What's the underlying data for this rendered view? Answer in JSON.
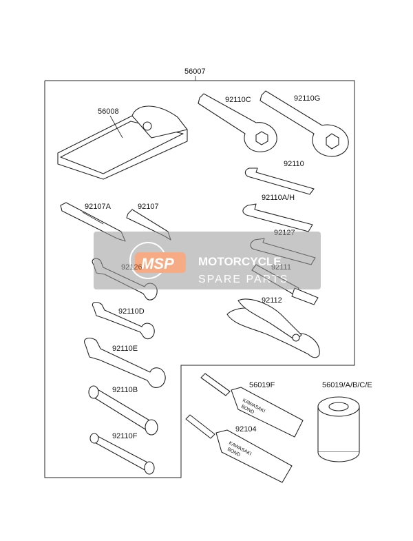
{
  "diagram": {
    "kit_number": "56007",
    "parts": {
      "p56008": "56008",
      "p92110C": "92110C",
      "p92110G": "92110G",
      "p92110": "92110",
      "p92110AH": "92110A/H",
      "p92127": "92127",
      "p92111": "92111",
      "p92112": "92112",
      "p92107A": "92107A",
      "p92107": "92107",
      "p92126": "92126",
      "p92110D": "92110D",
      "p92110E": "92110E",
      "p92110B": "92110B",
      "p92110F": "92110F",
      "p56019F": "56019F",
      "p92104": "92104",
      "p56019ABCE": "56019/A/B/C/E"
    },
    "tube_print": {
      "line1": "KAWASAKI",
      "line2": "BOND"
    }
  },
  "watermark": {
    "logo": "MSP",
    "title": "MOTORCYCLE",
    "subtitle": "SPARE PARTS",
    "logo_color": "#f26722",
    "band_color": "#9a9a9a"
  }
}
